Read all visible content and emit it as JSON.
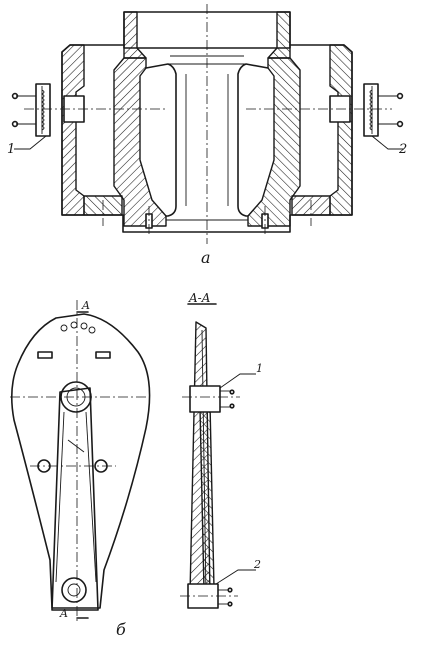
{
  "labels": {
    "view_a": "a",
    "view_b": "б",
    "section_title": "A-A",
    "cut_a_top": "A",
    "cut_a_bottom": "A",
    "callout_1_a": "1",
    "callout_2_a": "2",
    "callout_1_b": "1",
    "callout_2_b": "2"
  }
}
